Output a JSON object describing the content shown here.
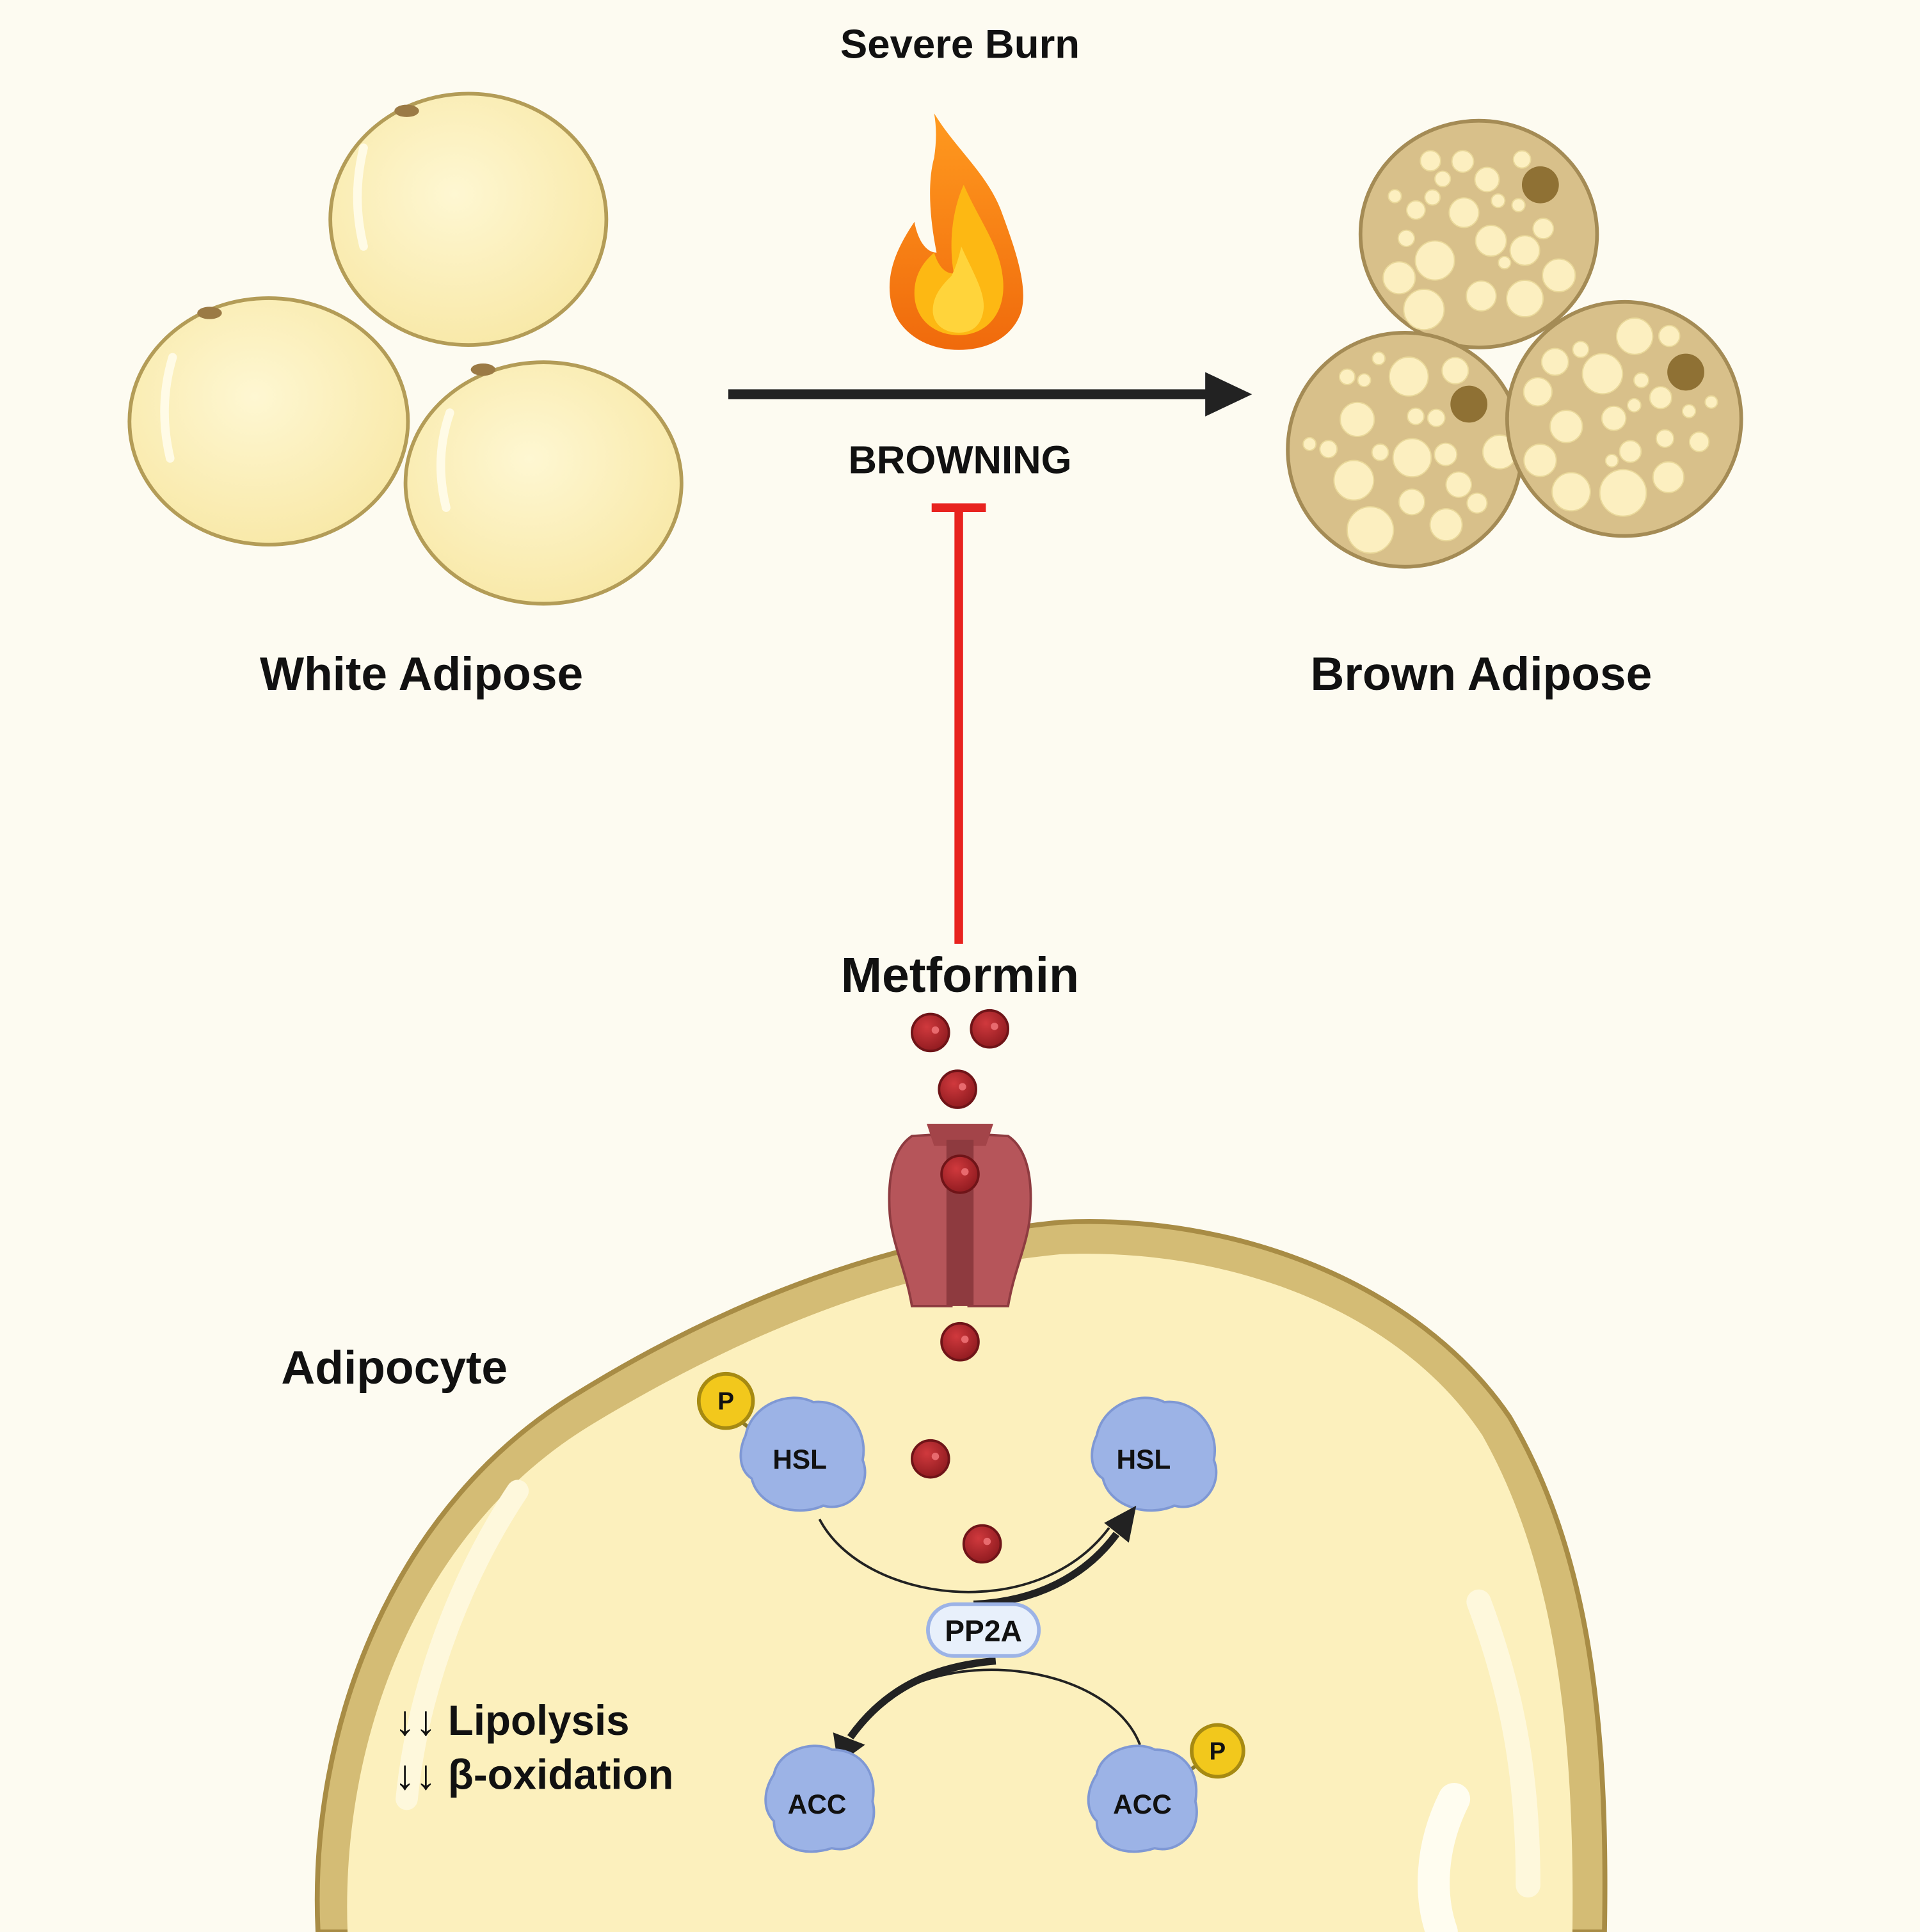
{
  "title": "Severe Burn",
  "process_label": "BROWNING",
  "white_adipose_label": "White Adipose",
  "brown_adipose_label": "Brown Adipose",
  "drug_label": "Metformin",
  "cell_label": "Adipocyte",
  "enzyme_pp2a": "PP2A",
  "hsl_phosphorylated": "HSL",
  "hsl_dephosphorylated": "HSL",
  "acc_dephosphorylated": "ACC",
  "acc_phosphorylated": "ACC",
  "phospho_left": "P",
  "phospho_right": "P",
  "effects": [
    "↓↓ Lipolysis",
    "↓↓ β-oxidation"
  ],
  "colors": {
    "background": "#fdfbf1",
    "arrow": "#222222",
    "inhibition": "#e8231f",
    "fat_fill": "#fcefb8",
    "fat_stroke": "#b39c57",
    "brown_cell": "#d8c08a",
    "metformin": "#b5252b",
    "channel": "#b6555a",
    "protein": "#9cb3e6",
    "phosphate": "#f2c81c"
  },
  "icons": [
    "flame-icon",
    "transporter-channel-icon",
    "metformin-molecule-icon"
  ]
}
